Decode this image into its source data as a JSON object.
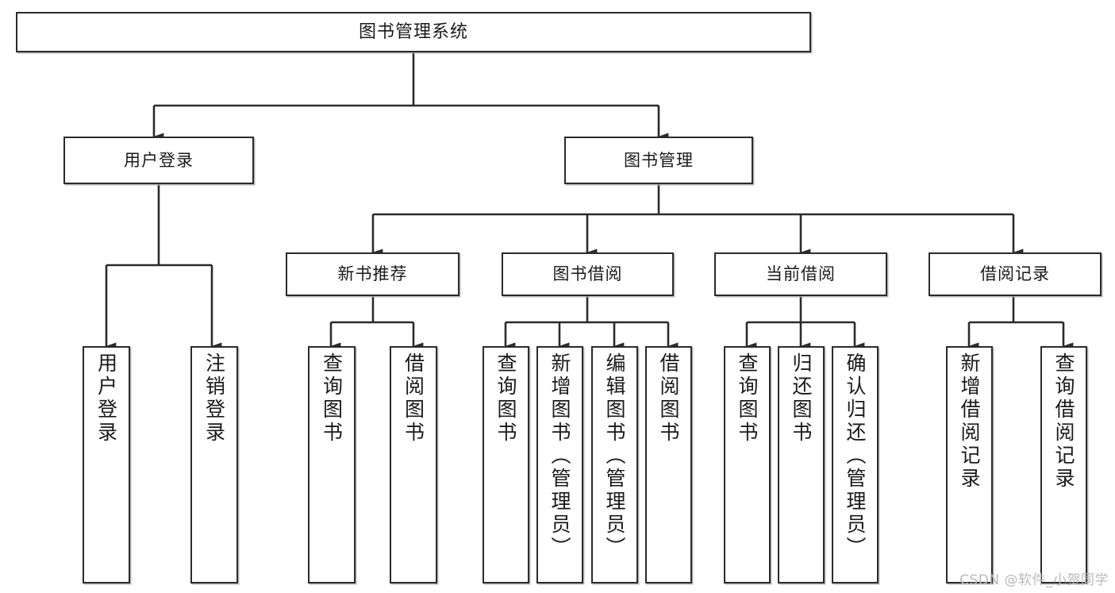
{
  "diagram": {
    "type": "tree-hierarchy-chart",
    "title": "图书管理系统",
    "watermark": "CSDN @软件_小贺同学",
    "colors": {
      "box_border": "#2b2b2b",
      "box_fill": "#ffffff",
      "connector": "#2b2b2b",
      "text": "#1a1a1a",
      "watermark": "#b9b9b9",
      "background": "#ffffff"
    },
    "levels": [
      {
        "level": 1,
        "nodes": [
          {
            "id": "root",
            "label": "图书管理系统",
            "orientation": "horizontal"
          }
        ]
      },
      {
        "level": 2,
        "nodes": [
          {
            "id": "user-login",
            "label": "用户登录",
            "orientation": "horizontal",
            "parent": "root"
          },
          {
            "id": "book-manage",
            "label": "图书管理",
            "orientation": "horizontal",
            "parent": "root"
          }
        ]
      },
      {
        "level": 3,
        "nodes": [
          {
            "id": "new-book-recommend",
            "label": "新书推荐",
            "orientation": "horizontal",
            "parent": "book-manage"
          },
          {
            "id": "book-borrow",
            "label": "图书借阅",
            "orientation": "horizontal",
            "parent": "book-manage"
          },
          {
            "id": "current-borrow",
            "label": "当前借阅",
            "orientation": "horizontal",
            "parent": "book-manage"
          },
          {
            "id": "borrow-record",
            "label": "借阅记录",
            "orientation": "horizontal",
            "parent": "book-manage"
          }
        ]
      },
      {
        "level": 4,
        "nodes": [
          {
            "id": "leaf-user-login",
            "label": "用户登录",
            "orientation": "vertical",
            "parent": "user-login"
          },
          {
            "id": "leaf-logout-login",
            "label": "注销登录",
            "orientation": "vertical",
            "parent": "user-login"
          },
          {
            "id": "leaf-query-book-1",
            "label": "查询图书",
            "orientation": "vertical",
            "parent": "new-book-recommend"
          },
          {
            "id": "leaf-borrow-book-1",
            "label": "借阅图书",
            "orientation": "vertical",
            "parent": "new-book-recommend"
          },
          {
            "id": "leaf-query-book-2",
            "label": "查询图书",
            "orientation": "vertical",
            "parent": "book-borrow"
          },
          {
            "id": "leaf-add-book",
            "label": "新增图书（管理员）",
            "orientation": "vertical",
            "parent": "book-borrow"
          },
          {
            "id": "leaf-edit-book",
            "label": "编辑图书（管理员）",
            "orientation": "vertical",
            "parent": "book-borrow"
          },
          {
            "id": "leaf-borrow-book-2",
            "label": "借阅图书",
            "orientation": "vertical",
            "parent": "book-borrow"
          },
          {
            "id": "leaf-query-book-3",
            "label": "查询图书",
            "orientation": "vertical",
            "parent": "current-borrow"
          },
          {
            "id": "leaf-return-book",
            "label": "归还图书",
            "orientation": "vertical",
            "parent": "current-borrow"
          },
          {
            "id": "leaf-confirm-return",
            "label": "确认归还（管理员）",
            "orientation": "vertical",
            "parent": "current-borrow"
          },
          {
            "id": "leaf-add-record",
            "label": "新增借阅记录",
            "orientation": "vertical",
            "parent": "borrow-record"
          },
          {
            "id": "leaf-query-record",
            "label": "查询借阅记录",
            "orientation": "vertical",
            "parent": "borrow-record"
          }
        ]
      }
    ]
  }
}
